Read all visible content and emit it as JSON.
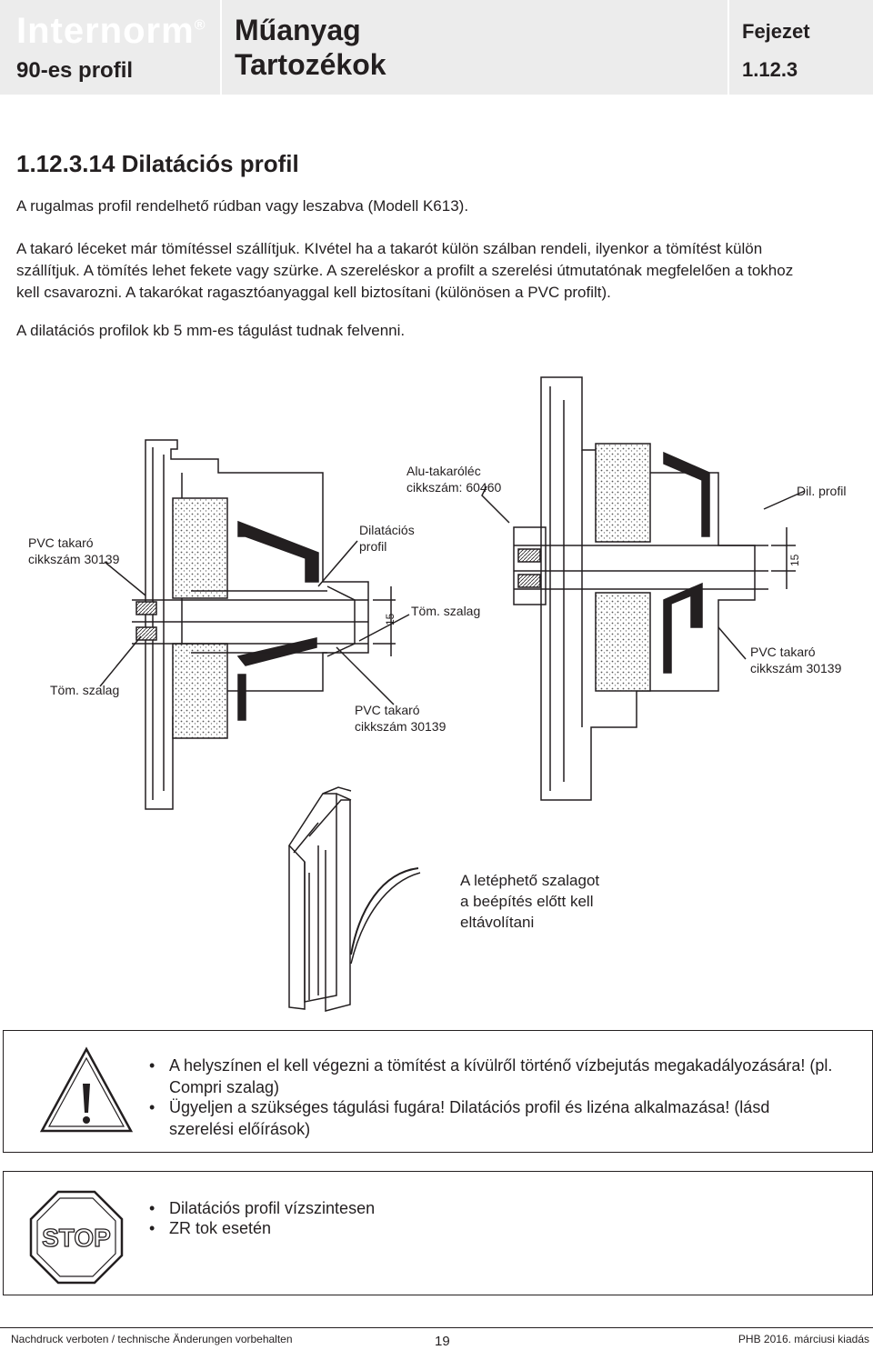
{
  "header": {
    "brand": "Internorm",
    "brand_mark": "®",
    "model": "90-es profil",
    "category_line1": "Műanyag",
    "category_line2": "Tartozékok",
    "chapter_label": "Fejezet",
    "chapter_number": "1.12.3"
  },
  "section": {
    "title": "1.12.3.14 Dilatációs profil",
    "p1": "A rugalmas profil rendelhető rúdban vagy leszabva (Modell K613).",
    "p2_l1": "A takaró léceket már tömítéssel szállítjuk. KIvétel ha a takarót külön szálban rendeli, ilyenkor a tömítést külön",
    "p2_l2": "szállítjuk. A tömítés lehet fekete vagy szürke. A szereléskor a profilt a szerelési útmutatónak megfelelően a tokhoz",
    "p2_l3": "kell csavarozni. A takarókat ragasztóanyaggal kell biztosítani (különösen a PVC profilt).",
    "p3": "A dilatációs profilok kb 5 mm-es tágulást tudnak felvenni."
  },
  "figure": {
    "alu_l1": "Alu-takaróléc",
    "alu_l2": "cikkszám: 60460",
    "dil_profil": "Dil. profil",
    "pvc_left_l1": "PVC takaró",
    "pvc_left_l2": "cikkszám 30139",
    "dilatacios_l1": "Dilatációs",
    "dilatacios_l2": "profil",
    "dim_right": "15",
    "dim_mid": "15",
    "tom_mid": "Töm. szalag",
    "tom_left": "Töm. szalag",
    "pvc_right_l1": "PVC takaró",
    "pvc_right_l2": "cikkszám 30139",
    "pvc_bottom_l1": "PVC takaró",
    "pvc_bottom_l2": "cikkszám 30139",
    "strip_note_l1": "A letéphető szalagot",
    "strip_note_l2": "a beépítés előtt kell",
    "strip_note_l3": "eltávolítani"
  },
  "warning": {
    "icon": "warning-triangle-icon",
    "b1_l1": "A helyszínen el kell végezni a tömítést a kívülről történő vízbejutás megakadályozására! (pl.",
    "b1_l2": "Compri szalag)",
    "b2_l1": "Ügyeljen a szükséges tágulási fugára! Dilatációs profil és lizéna alkalmazása! (lásd",
    "b2_l2": "szerelési előírások)"
  },
  "stop": {
    "icon": "stop-sign-icon",
    "sign_text": "STOP",
    "b1": "Dilatációs profil vízszintesen",
    "b2": "ZR tok esetén"
  },
  "footer": {
    "left": "Nachdruck verboten / technische Änderungen vorbehalten",
    "page": "19",
    "right": "PHB 2016. márciusi kiadás"
  }
}
